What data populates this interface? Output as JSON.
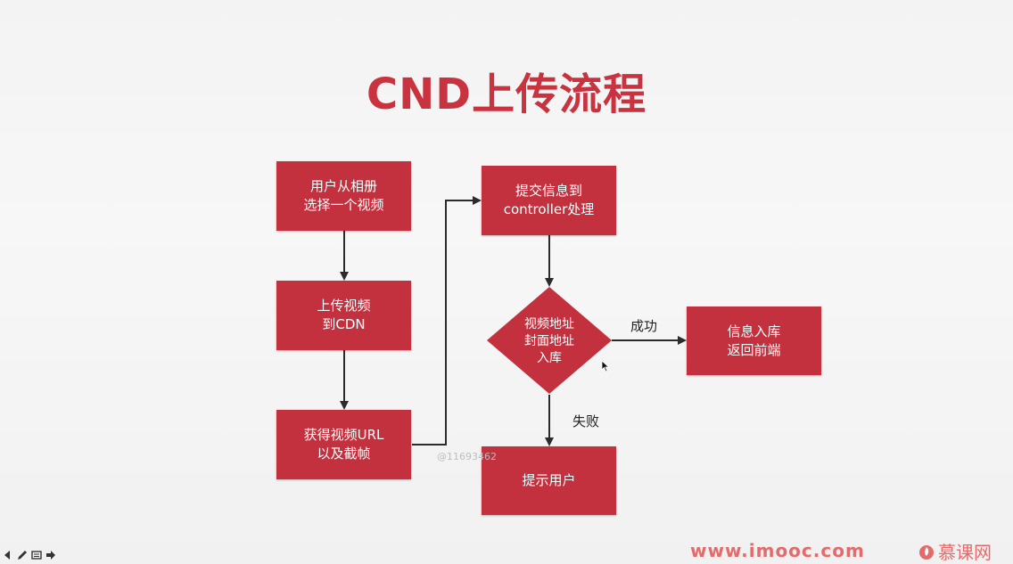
{
  "title": "CND上传流程",
  "nodes": {
    "select_video": [
      "用户从相册",
      "选择一个视频"
    ],
    "upload_cdn": [
      "上传视频",
      "到CDN"
    ],
    "get_url": [
      "获得视频URL",
      "以及截帧"
    ],
    "submit_controller": [
      "提交信息到",
      "controller处理"
    ],
    "decision": [
      "视频地址",
      "封面地址",
      "入库"
    ],
    "save_return": [
      "信息入库",
      "返回前端"
    ],
    "notify_user": [
      "提示用户"
    ]
  },
  "edge_labels": {
    "success": "成功",
    "failure": "失败"
  },
  "watermark": "@11693462",
  "footer": {
    "url": "www.imooc.com",
    "brand": "慕课网"
  },
  "colors": {
    "title": "#c8333f",
    "node": "#c3303e",
    "arrow": "#2b2b2b"
  }
}
